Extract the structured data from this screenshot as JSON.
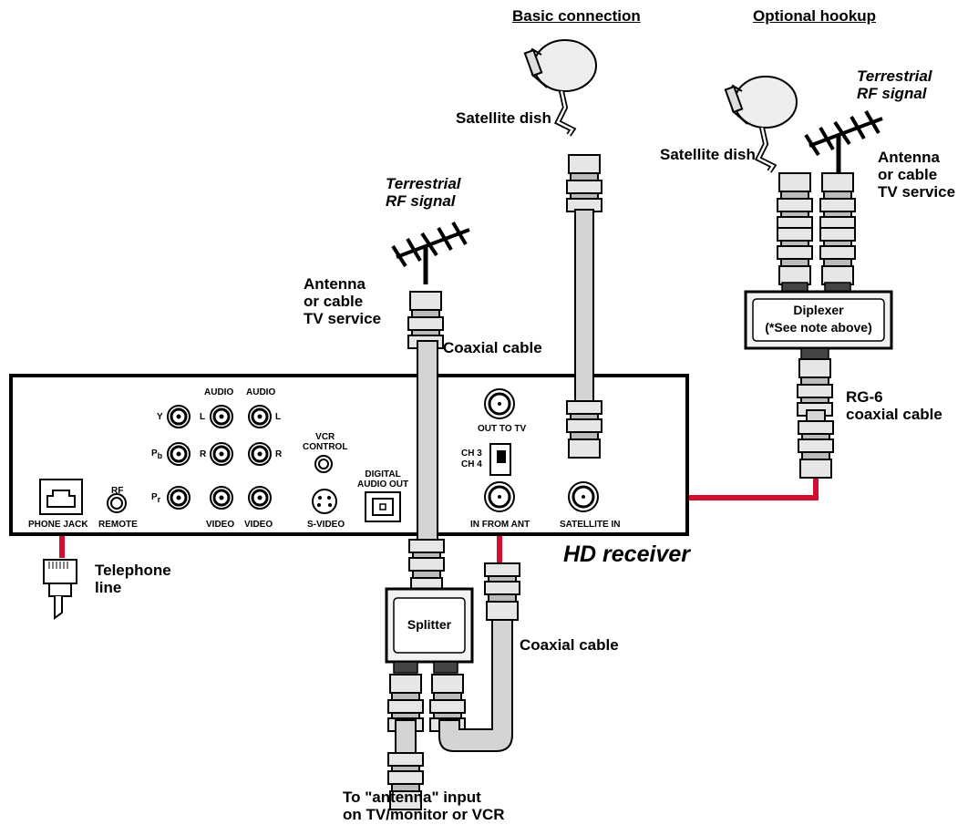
{
  "headers": {
    "basic": "Basic connection",
    "optional": "Optional hookup"
  },
  "labels": {
    "satellite_dish_basic": "Satellite dish",
    "satellite_dish_optional": "Satellite dish",
    "terrestrial_rf_left": "Terrestrial\nRF signal",
    "terrestrial_rf_right": "Terrestrial\nRF signal",
    "antenna_left": "Antenna\nor cable\nTV service",
    "antenna_right": "Antenna\nor cable\nTV service",
    "coaxial_cable_top": "Coaxial cable",
    "coaxial_cable_bottom": "Coaxial cable",
    "rg6": "RG-6\ncoaxial cable",
    "telephone_line": "Telephone\nline",
    "to_antenna_input": "To \"antenna\" input\non TV/monitor or VCR",
    "hd_receiver": "HD receiver",
    "diplexer": "Diplexer\n(*See note above)",
    "splitter": "Splitter"
  },
  "ports": {
    "phone_jack": "PHONE JACK",
    "rf": "RF",
    "remote": "REMOTE",
    "y": "Y",
    "pb": "P",
    "pb_sub": "b",
    "pr": "P",
    "pr_sub": "r",
    "audio1": "AUDIO",
    "audio2": "AUDIO",
    "l1": "L",
    "l2": "L",
    "r1": "R",
    "r2": "R",
    "video1": "VIDEO",
    "video2": "VIDEO",
    "vcr_control": "VCR\nCONTROL",
    "s_video": "S-VIDEO",
    "digital_audio_out": "DIGITAL\nAUDIO OUT",
    "out_to_tv": "OUT TO TV",
    "ch3": "CH 3",
    "ch4": "CH 4",
    "in_from_ant": "IN FROM ANT",
    "satellite_in": "SATELLITE IN"
  },
  "colors": {
    "connection_line": "#d0102e",
    "cable_fill": "#d4d4d4",
    "connector_fill": "#e6e6e6",
    "outline": "#000000"
  }
}
